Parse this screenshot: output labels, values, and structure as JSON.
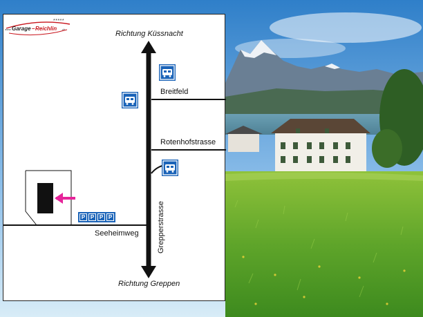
{
  "map": {
    "direction_north": "Richtung  Küssnacht",
    "direction_south": "Richtung Greppen",
    "streets": {
      "breitfeld": "Breitfeld",
      "rotenhofstrasse": "Rotenhofstrasse",
      "seeheimweg": "Seeheimweg",
      "grepperstrasse": "Grepperstrasse"
    },
    "parking": [
      "P",
      "P",
      "P",
      "P"
    ],
    "logo": {
      "prefix": "www.",
      "name": "Garage–Reichlin",
      "suffix": ".ch",
      "stars": "*****"
    }
  },
  "colors": {
    "sign_blue": "#1a63b8",
    "arrow_pink": "#e6249a",
    "road": "#111111",
    "logo_red": "#c8141c"
  }
}
